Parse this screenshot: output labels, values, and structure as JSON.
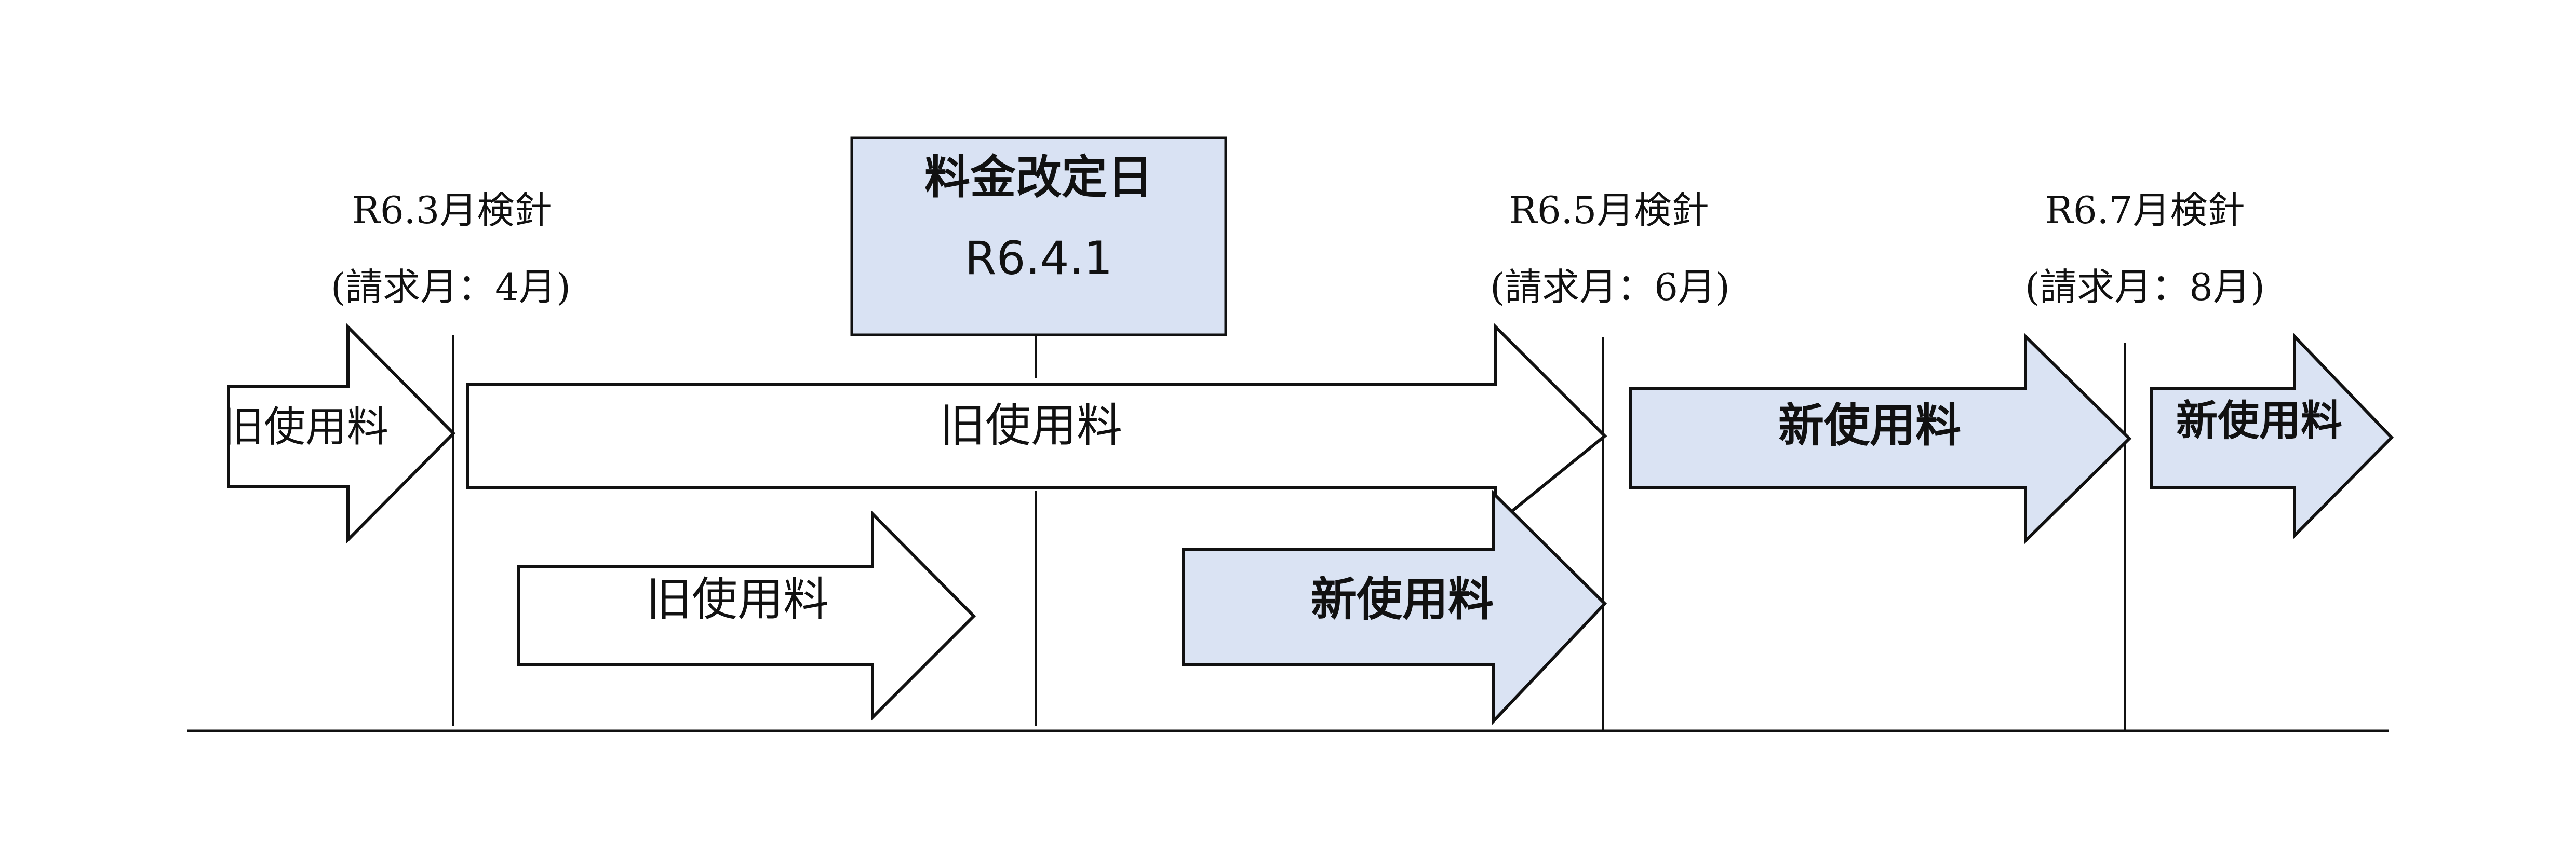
{
  "colors": {
    "line": "#111111",
    "new_fill": "#dae3f3",
    "old_fill": "#ffffff",
    "box_fill": "#d9e2f3"
  },
  "revision_box": {
    "title": "料金改定日",
    "date": "R6.4.1"
  },
  "meter_readings": [
    {
      "reading": "R6.3月検針",
      "billing": "(請求月：4月)"
    },
    {
      "reading": "R6.5月検針",
      "billing": "(請求月：6月)"
    },
    {
      "reading": "R6.7月検針",
      "billing": "(請求月：8月)"
    }
  ],
  "arrows": {
    "old_1": "旧使用料",
    "old_2": "旧使用料",
    "old_3": "旧使用料",
    "new_1": "新使用料",
    "new_2": "新使用料",
    "new_3": "新使用料"
  }
}
